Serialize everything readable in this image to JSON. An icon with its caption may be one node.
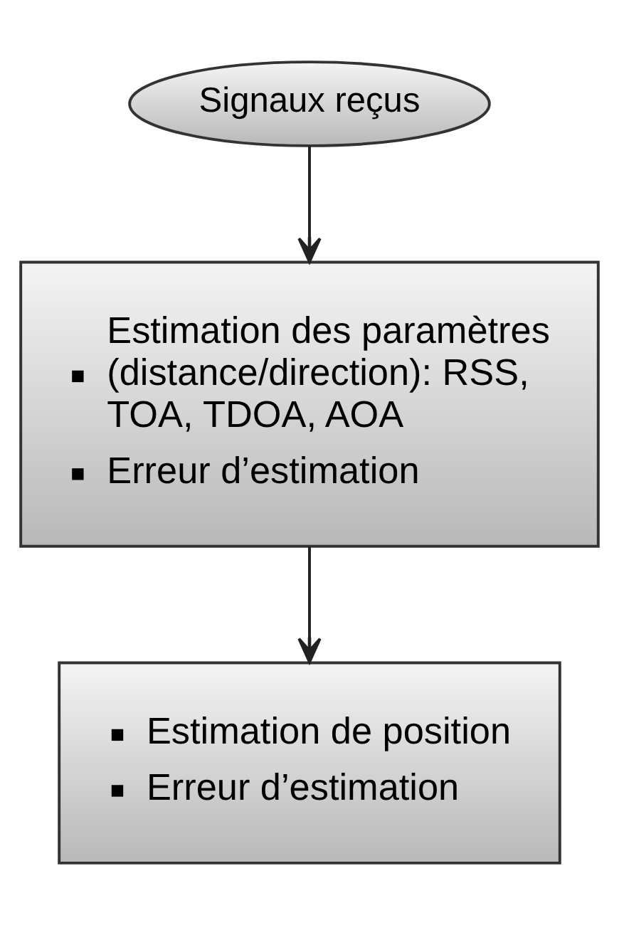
{
  "diagram": {
    "nodes": [
      {
        "text": [
          "Signaux reçus"
        ]
      },
      {
        "text": [
          "Estimation des paramètres (distance/direction): RSS, TOA, TDOA, AOA",
          "Erreur d’estimation"
        ]
      },
      {
        "text": [
          "Estimation de position",
          "Erreur d’estimation"
        ]
      }
    ],
    "edges": [
      {
        "from": 0,
        "to": 1,
        "arrow": "to"
      },
      {
        "from": 1,
        "to": 2,
        "arrow": "to"
      }
    ]
  }
}
